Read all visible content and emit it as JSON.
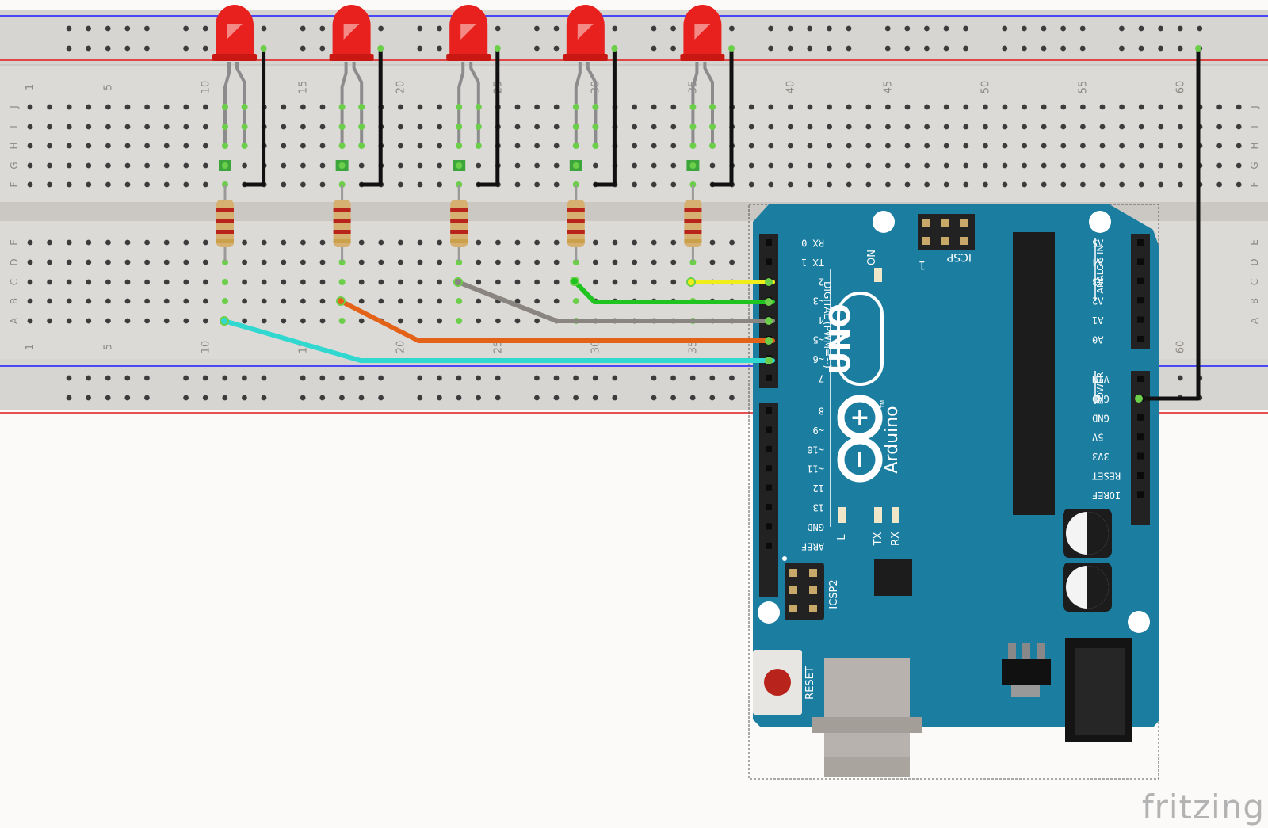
{
  "watermark": "fritzing",
  "breadboard": {
    "column_numbers": [
      "1",
      "5",
      "10",
      "15",
      "20",
      "25",
      "30",
      "35",
      "40",
      "45",
      "50",
      "55",
      "60"
    ],
    "rows_top": [
      "J",
      "I",
      "H",
      "G",
      "F"
    ],
    "rows_bottom": [
      "E",
      "D",
      "C",
      "B",
      "A"
    ]
  },
  "arduino": {
    "logo_uno": "UNO",
    "logo_brand": "Arduino",
    "logo_tm": "TM",
    "on_label": "ON",
    "icsp_label": "ICSP",
    "icsp_one": "1",
    "icsp2_label": "ICSP2",
    "reset_label": "RESET",
    "digital_label": "DIGITAL (PWM=~)",
    "analog_label": "ANALOG IN",
    "power_label": "POWER",
    "led_l": "L",
    "led_tx": "TX",
    "led_rx": "RX",
    "digital_pins_a": [
      "RX 0",
      "TX 1",
      "2",
      "~3",
      "4",
      "~5",
      "~6",
      "7"
    ],
    "digital_pins_b": [
      "8",
      "~9",
      "~10",
      "~11",
      "12",
      "13",
      "GND",
      "AREF"
    ],
    "analog_pins": [
      "A5",
      "A4",
      "A3",
      "A2",
      "A1",
      "A0"
    ],
    "power_pins": [
      "VIN",
      "GND",
      "GND",
      "5V",
      "3V3",
      "RESET",
      "IOREF"
    ]
  },
  "colors": {
    "board": "#1b7ea1",
    "breadboard": "#dcdad7",
    "led": "#e8201e",
    "wire_yellow": "#f0ee1a",
    "wire_green": "#20c420",
    "wire_gray": "#8a8580",
    "wire_orange": "#e36217",
    "wire_cyan": "#30d8d0",
    "wire_black": "#111111"
  }
}
